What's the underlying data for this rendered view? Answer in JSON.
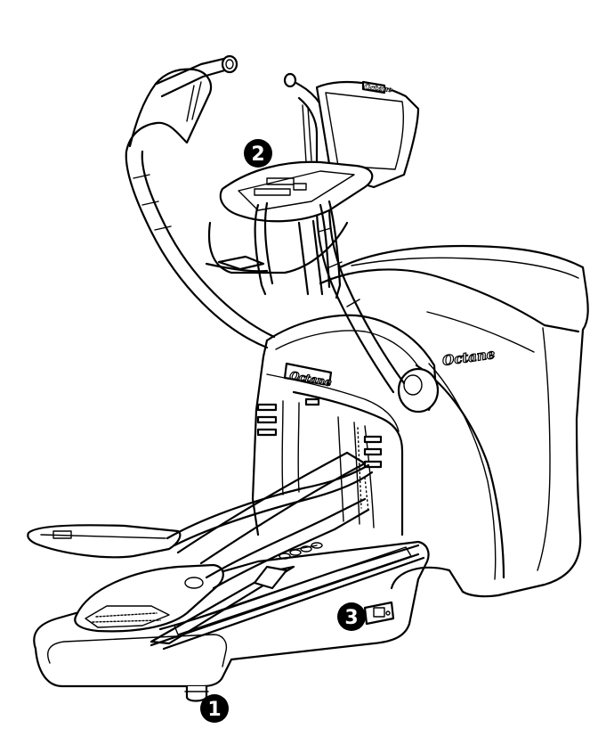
{
  "diagram": {
    "callouts": [
      {
        "id": "leveler-foot",
        "number": "1"
      },
      {
        "id": "console",
        "number": "2"
      },
      {
        "id": "power-entry",
        "number": "3"
      }
    ],
    "brand_marks": {
      "shroud_logo": "Octane",
      "front_logo": "Octane",
      "console_label": "Octane"
    }
  }
}
